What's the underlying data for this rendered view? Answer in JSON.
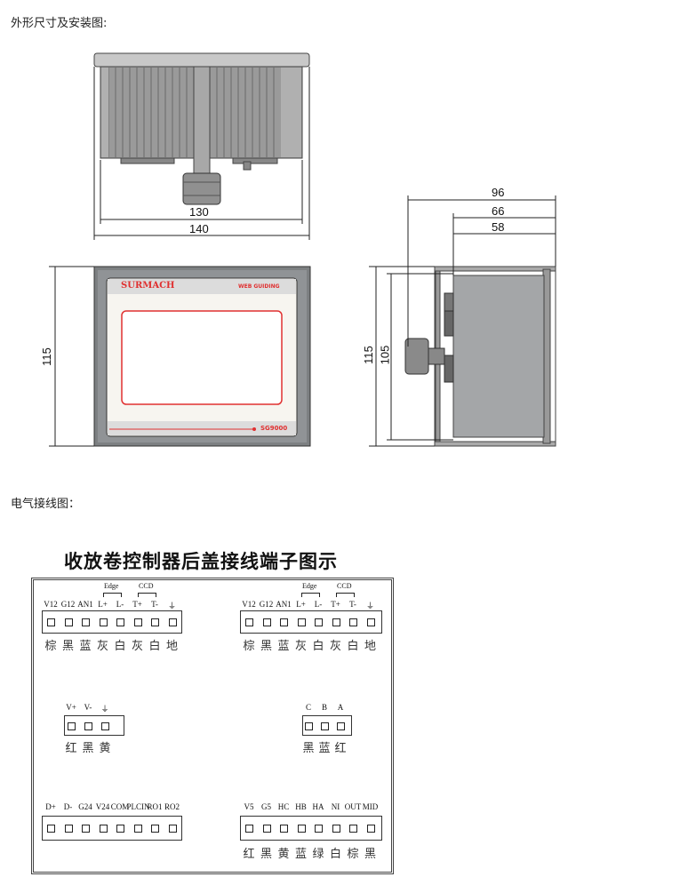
{
  "headings": {
    "dimensions": "外形尺寸及安装图:",
    "wiring": "电气接线图："
  },
  "dimensions": {
    "top_inner": "130",
    "top_outer": "140",
    "front_height": "115",
    "side_96": "96",
    "side_66": "66",
    "side_58": "58",
    "side_115": "115",
    "side_105": "105"
  },
  "device": {
    "brand": "SURMACH",
    "product": "WEB GUIDING",
    "model": "SG9000"
  },
  "wiring": {
    "title": "收放卷控制器后盖接线端子图示",
    "blocks": [
      {
        "id": "top-left",
        "labels": [
          "V12",
          "G12",
          "AN1",
          "L+",
          "L-",
          "T+",
          "T-",
          "⏚"
        ],
        "colors": [
          "棕",
          "黑",
          "蓝",
          "灰",
          "白",
          "灰",
          "白",
          "地"
        ],
        "groups": [
          {
            "name": "Edge",
            "from": 3,
            "to": 4
          },
          {
            "name": "CCD",
            "from": 5,
            "to": 6
          }
        ]
      },
      {
        "id": "top-right",
        "labels": [
          "V12",
          "G12",
          "AN1",
          "L+",
          "L-",
          "T+",
          "T-",
          "⏚"
        ],
        "colors": [
          "棕",
          "黑",
          "蓝",
          "灰",
          "白",
          "灰",
          "白",
          "地"
        ],
        "groups": [
          {
            "name": "Edge",
            "from": 3,
            "to": 4
          },
          {
            "name": "CCD",
            "from": 5,
            "to": 6
          }
        ]
      },
      {
        "id": "power",
        "labels": [
          "V+",
          "V-",
          "⏚"
        ],
        "colors": [
          "红",
          "黑",
          "黄"
        ],
        "groups": []
      },
      {
        "id": "cba",
        "labels": [
          "C",
          "B",
          "A"
        ],
        "colors": [
          "黑",
          "蓝",
          "红"
        ],
        "groups": []
      },
      {
        "id": "bottom-left",
        "labels": [
          "D+",
          "D-",
          "G24",
          "V24",
          "COM",
          "PLCIN",
          "RO1",
          "RO2"
        ],
        "colors": [],
        "groups": []
      },
      {
        "id": "bottom-right",
        "labels": [
          "V5",
          "G5",
          "HC",
          "HB",
          "HA",
          "NI",
          "OUT",
          "MID"
        ],
        "colors": [
          "红",
          "黑",
          "黄",
          "蓝",
          "绿",
          "白",
          "棕",
          "黑"
        ],
        "groups": []
      }
    ]
  },
  "colors": {
    "red": "#e03030",
    "frame": "#7a7d80"
  }
}
